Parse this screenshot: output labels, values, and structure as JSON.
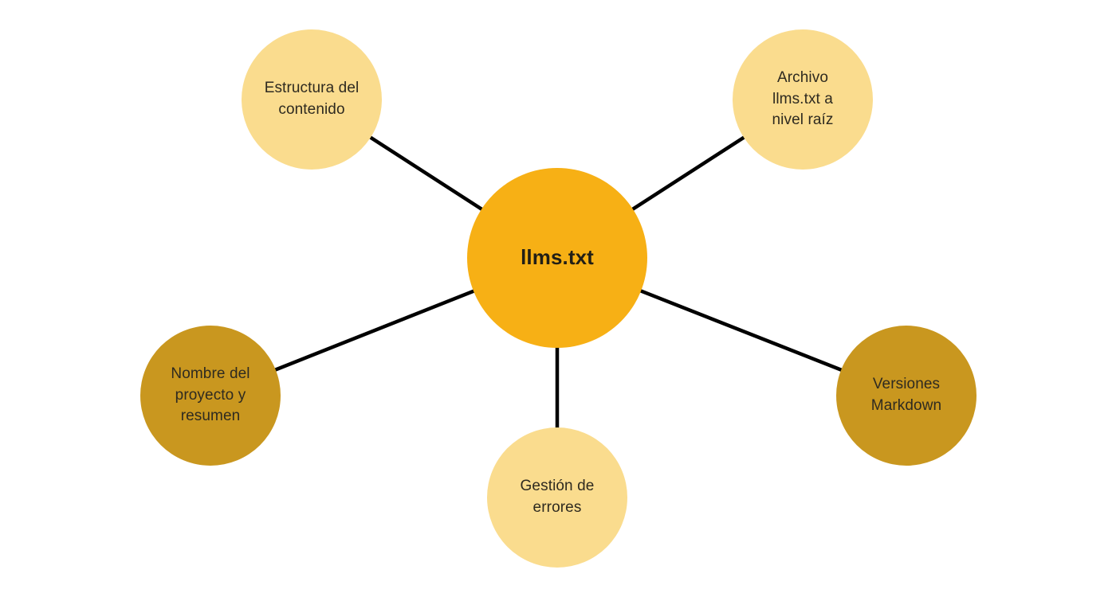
{
  "diagram": {
    "type": "mindmap",
    "background_color": "#ffffff",
    "connector_color": "#000000",
    "center": {
      "label": "llms.txt",
      "fill": "#F7B015",
      "text_color": "#221F16"
    },
    "branches": [
      {
        "id": "estructura",
        "label": "Estructura del\ncontenido",
        "fill": "#FADC8E",
        "text_color": "#2E2A20",
        "position": "top-left"
      },
      {
        "id": "archivo",
        "label": "Archivo\nllms.txt a\nnivel raíz",
        "fill": "#FADC8E",
        "text_color": "#2E2A20",
        "position": "top-right"
      },
      {
        "id": "nombre",
        "label": "Nombre del\nproyecto y\nresumen",
        "fill": "#C9971F",
        "text_color": "#2E2A20",
        "position": "left"
      },
      {
        "id": "versiones",
        "label": "Versiones\nMarkdown",
        "fill": "#C9971F",
        "text_color": "#2E2A20",
        "position": "right"
      },
      {
        "id": "gestion",
        "label": "Gestión de\nerrores",
        "fill": "#FADC8E",
        "text_color": "#2E2A20",
        "position": "bottom"
      }
    ]
  }
}
